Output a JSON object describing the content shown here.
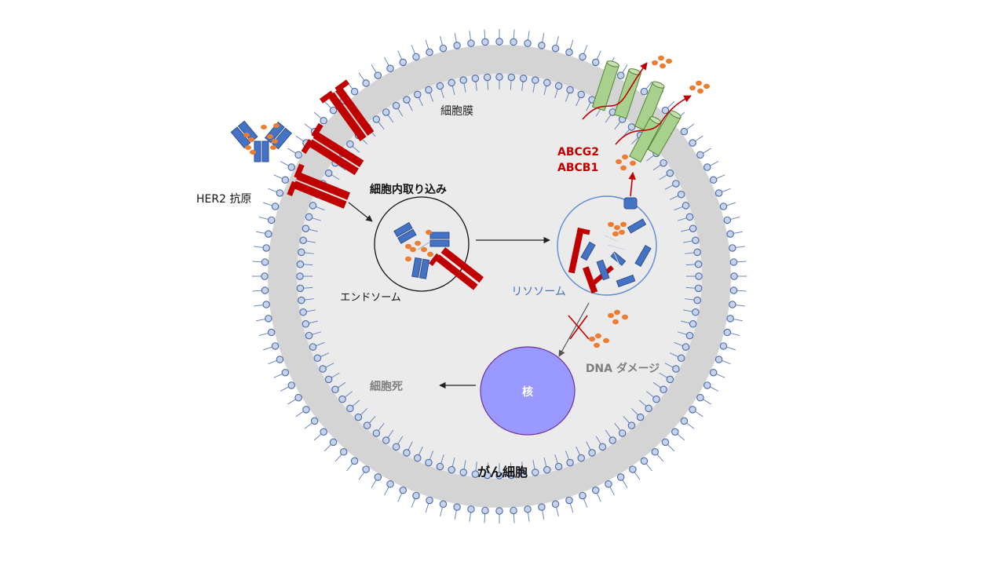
{
  "labels": {
    "membrane": "細胞膜",
    "her2": "HER2 抗原",
    "internalization": "細胞内取り込み",
    "endosome": "エンドソーム",
    "lysosome": "リソソーム",
    "abcg2": "ABCG2",
    "abcb1": "ABCB1",
    "dna_damage": "DNA ダメージ",
    "nucleus": "核",
    "cell_death": "細胞死",
    "cancer_cell": "がん細胞"
  },
  "colors": {
    "cytoplasm": "#ebebeb",
    "membrane_ring": "#d0d0d0",
    "phospholipid_head": "#c7d3ea",
    "phospholipid_stroke": "#4a6aa8",
    "antibody": "#4472c4",
    "antibody_stroke": "#2f4f8f",
    "her2_receptor": "#c00000",
    "payload": "#ed7d31",
    "transporter": "#a9d18e",
    "transporter_stroke": "#548235",
    "efflux_arrow": "#c00000",
    "nucleus": "#9999ff",
    "nucleus_stroke": "#7030a0",
    "lysosome_stroke": "#5b8bd6",
    "lysosome_label": "#4472c4",
    "transporter_label": "#c00000",
    "gray_label": "#7f7f7f"
  }
}
